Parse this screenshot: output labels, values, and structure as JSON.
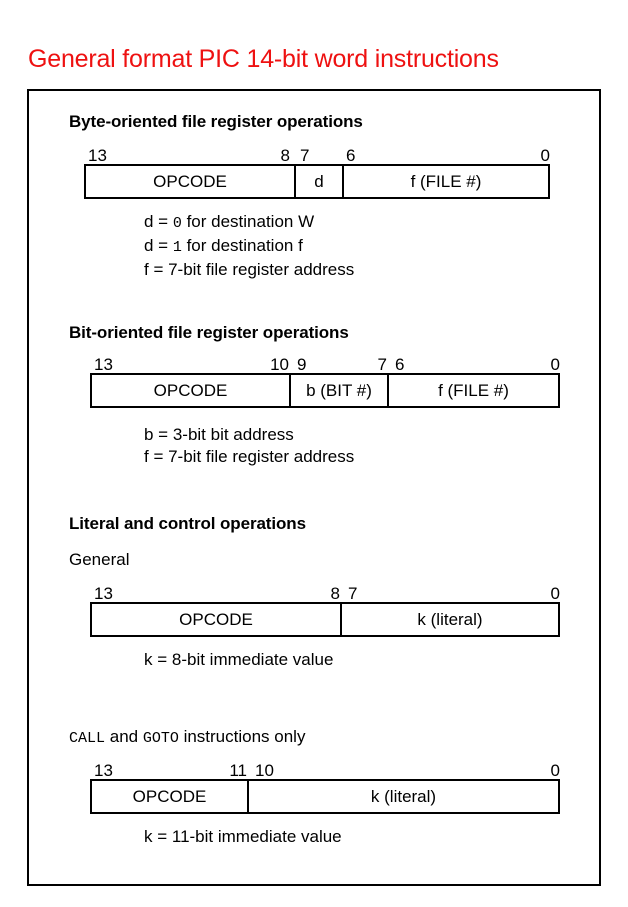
{
  "title": "General format PIC 14-bit word instructions",
  "accent_color": "#ee1111",
  "sections": [
    {
      "heading": "Byte-oriented file register operations",
      "bit_labels": [
        "13",
        "8",
        "7",
        "6",
        "0"
      ],
      "fields": [
        {
          "label": "OPCODE"
        },
        {
          "label": "d"
        },
        {
          "label": "f (FILE #)"
        }
      ],
      "notes": [
        {
          "pre": "d = ",
          "code": "0",
          "post": " for destination W"
        },
        {
          "pre": "d = ",
          "code": "1",
          "post": " for destination f"
        },
        {
          "pre": "f = 7-bit file register address",
          "code": "",
          "post": ""
        }
      ]
    },
    {
      "heading": "Bit-oriented file register operations",
      "bit_labels": [
        "13",
        "10",
        "9",
        "7",
        "6",
        "0"
      ],
      "fields": [
        {
          "label": "OPCODE"
        },
        {
          "label": "b (BIT #)"
        },
        {
          "label": "f (FILE #)"
        }
      ],
      "notes": [
        {
          "pre": "b = 3-bit bit address",
          "code": "",
          "post": ""
        },
        {
          "pre": "f = 7-bit file register address",
          "code": "",
          "post": ""
        }
      ]
    },
    {
      "heading": "Literal and control operations",
      "sub_label": "General",
      "bit_labels": [
        "13",
        "8",
        "7",
        "0"
      ],
      "fields": [
        {
          "label": "OPCODE"
        },
        {
          "label": "k (literal)"
        }
      ],
      "notes": [
        {
          "pre": "k = 8-bit immediate value",
          "code": "",
          "post": ""
        }
      ]
    },
    {
      "sub_label_parts": {
        "code1": "CALL",
        "mid": " and ",
        "code2": "GOTO",
        "tail": " instructions only"
      },
      "bit_labels": [
        "13",
        "11",
        "10",
        "0"
      ],
      "fields": [
        {
          "label": "OPCODE"
        },
        {
          "label": "k (literal)"
        }
      ],
      "notes": [
        {
          "pre": "k = 11-bit immediate value",
          "code": "",
          "post": ""
        }
      ]
    }
  ]
}
